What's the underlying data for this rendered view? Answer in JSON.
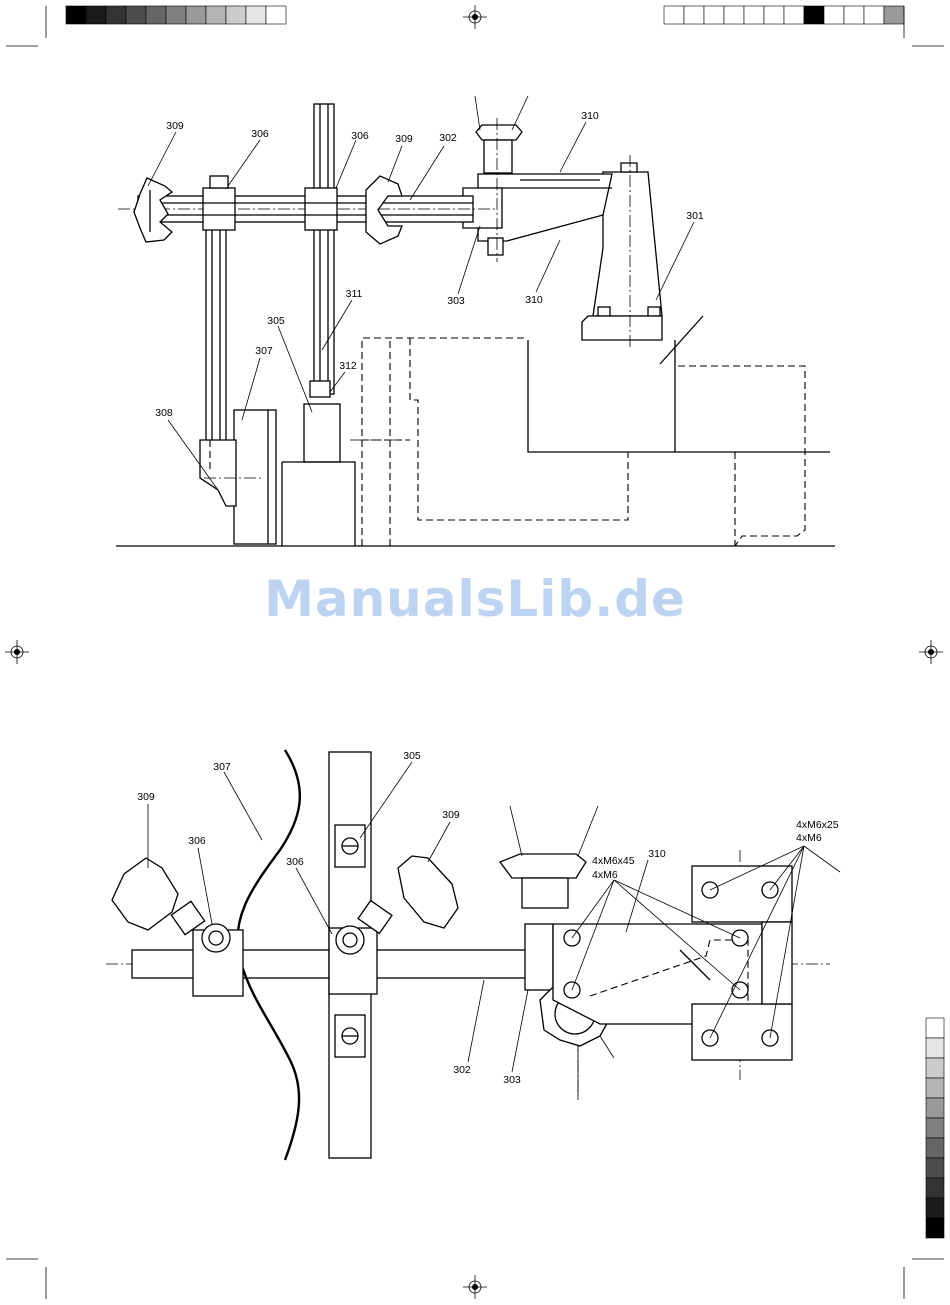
{
  "watermark": {
    "text": "ManualsLib.de",
    "color": "#bcd4f2"
  },
  "colors": {
    "line": "#000000",
    "paper": "#ffffff"
  },
  "calibration_bars": {
    "top_left": [
      "#000000",
      "#1a1a1a",
      "#333333",
      "#4d4d4d",
      "#666666",
      "#808080",
      "#999999",
      "#b3b3b3",
      "#cccccc",
      "#e6e6e6",
      "#ffffff"
    ],
    "top_right": [
      "#ffffff",
      "#ffffff",
      "#ffffff",
      "#ffffff",
      "#ffffff",
      "#ffffff",
      "#ffffff",
      "#000000",
      "#ffffff",
      "#ffffff",
      "#ffffff",
      "#999999"
    ],
    "right_side": [
      "#ffffff",
      "#e6e6e6",
      "#cccccc",
      "#b3b3b3",
      "#999999",
      "#808080",
      "#666666",
      "#4d4d4d",
      "#333333",
      "#1a1a1a",
      "#000000"
    ]
  },
  "figure_side": {
    "labels": {
      "l309a": "309",
      "l306a": "306",
      "l306b": "306",
      "l309b": "309",
      "l302": "302",
      "l310a": "310",
      "l301": "301",
      "l303": "303",
      "l310b": "310",
      "l311": "311",
      "l305": "305",
      "l307": "307",
      "l312": "312",
      "l308": "308"
    }
  },
  "figure_top": {
    "labels": {
      "l309a": "309",
      "l307": "307",
      "l305": "305",
      "l309b": "309",
      "l306a": "306",
      "l306b": "306",
      "l310": "310",
      "l302": "302",
      "l303": "303",
      "l4xm6x45": "4xM6x45",
      "l4xm6a": "4xM6",
      "l4xm6x25": "4xM6x25",
      "l4xm6b": "4xM6"
    }
  }
}
